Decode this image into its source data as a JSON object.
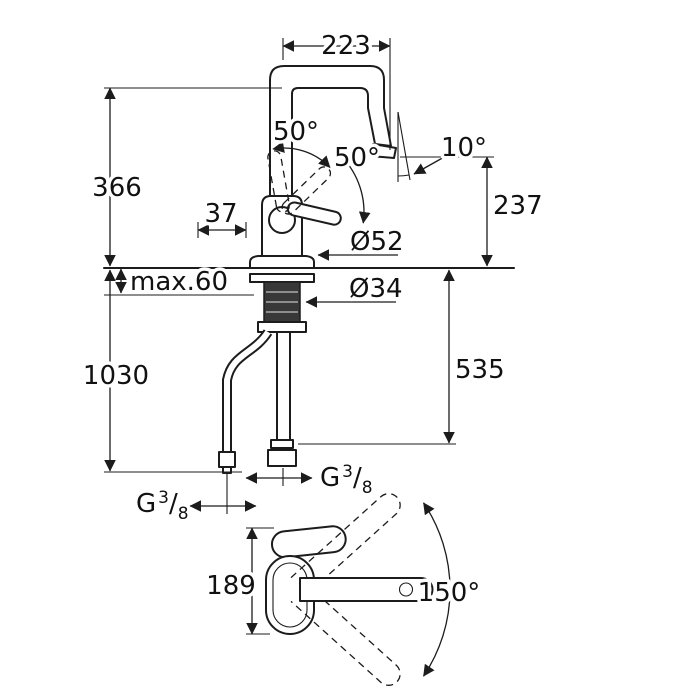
{
  "page": {
    "background": "#ffffff",
    "line_color": "#1c1c1c",
    "text_color": "#111111"
  },
  "drawing": {
    "kind": "faucet-installation-dimension-diagram",
    "front_view": {
      "spout_reach_mm": "223",
      "total_height_mm": "366",
      "handle_swivel_upper": "50°",
      "handle_swivel_lower": "50°",
      "outlet_angle": "10°",
      "outlet_height_mm": "237",
      "handle_offset_mm": "37",
      "base_diameter": "Ø52"
    },
    "mounting": {
      "max_counter_thickness": "max.60",
      "hole_diameter": "Ø34"
    },
    "hoses": {
      "short_hose_length_mm": "535",
      "long_hose_length_mm": "1030",
      "thread_left": {
        "g": "G",
        "numerator": "3",
        "slash": "/",
        "denominator": "8"
      },
      "thread_right": {
        "g": "G",
        "numerator": "3",
        "slash": "/",
        "denominator": "8"
      }
    },
    "top_view": {
      "body_depth_mm": "189",
      "swivel_range": "150°"
    }
  }
}
